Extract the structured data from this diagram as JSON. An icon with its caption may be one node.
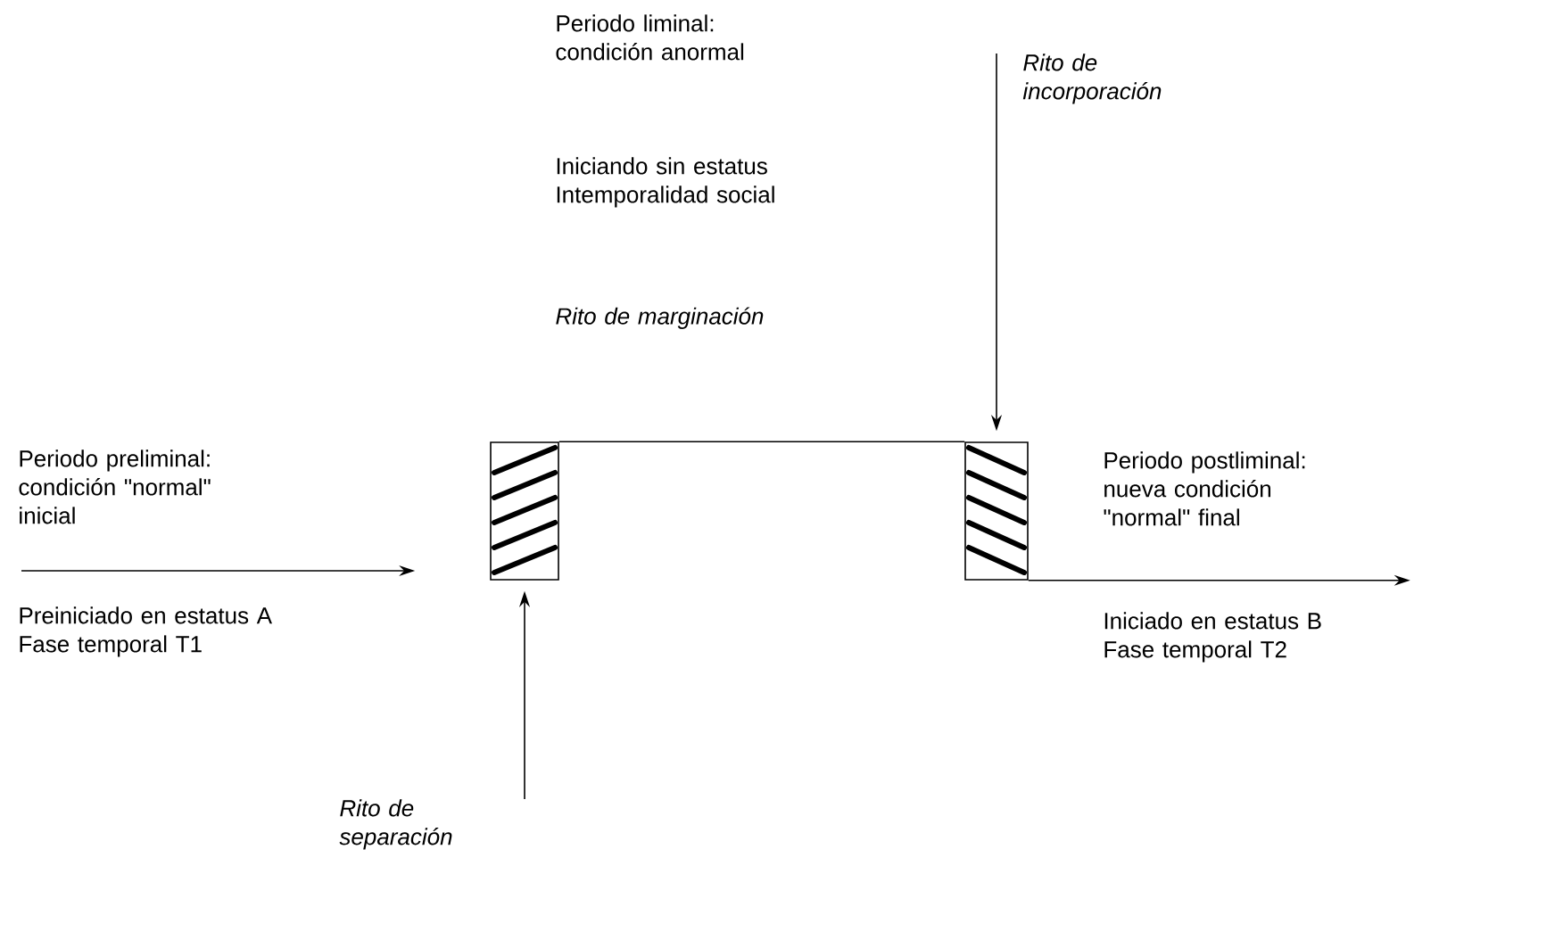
{
  "diagram": {
    "nodes": [
      {
        "text": [],
        "shape": "bar"
      },
      {
        "text": [],
        "shape": "bar"
      },
      {
        "text": [
          "Rito de separación"
        ]
      },
      {
        "text": [
          "Rito de incorporación"
        ]
      }
    ],
    "edges": [
      {
        "from": null,
        "to": 0,
        "arrow": "to"
      },
      {
        "from": 0,
        "to": 1,
        "arrow": "none"
      },
      {
        "from": 1,
        "to": null,
        "arrow": "to"
      },
      {
        "from": 2,
        "to": 0,
        "arrow": "to"
      },
      {
        "from": 3,
        "to": 1,
        "arrow": "to"
      }
    ],
    "labels": [
      "Periodo liminal: condición anormal",
      "Iniciando sin estatus Intemporalidad social",
      "Rito de marginación",
      "Periodo preliminal: condición \"normal\" inicial",
      "Preiniciado en estatus A Fase temporal T1",
      "Periodo postliminal: nueva condición \"normal\" final",
      "Iniciado en estatus B Fase temporal T2"
    ]
  }
}
